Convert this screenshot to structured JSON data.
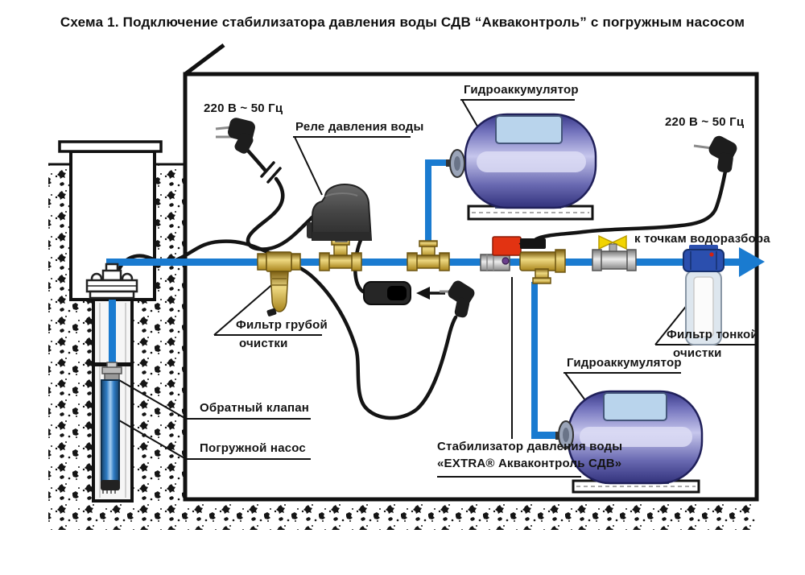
{
  "title": "Схема 1. Подключение стабилизатора давления воды СДВ “Акваконтроль” с погружным насосом",
  "diagram": {
    "power_left": "220 В ~ 50 Гц",
    "power_right": "220 В ~ 50 Гц",
    "labels": {
      "pressure_relay": "Реле давления воды",
      "accumulator_top": "Гидроаккумулятор",
      "accumulator_bottom": "Гидроаккумулятор",
      "coarse_filter_line1": "Фильтр грубой",
      "coarse_filter_line2": "очистки",
      "fine_filter_line1": "Фильтр тонкой",
      "fine_filter_line2": "очистки",
      "check_valve": "Обратный клапан",
      "pump": "Погружной насос",
      "stabilizer_line1": "Стабилизатор давления воды",
      "stabilizer_line2": "«EXTRA® Акваконтроль СДВ»",
      "to_taps": "к точкам водоразбора"
    },
    "colors": {
      "pipe_blue": "#1a7bd0",
      "brass": "#c9a227",
      "tank_indigo": "#5b5bab",
      "strap_blue": "#b9d4ec",
      "stabilizer_red": "#e23312",
      "valve_handle_yellow": "#f2d400",
      "relay_grey": "#4a4a4a",
      "line_black": "#111111"
    }
  }
}
